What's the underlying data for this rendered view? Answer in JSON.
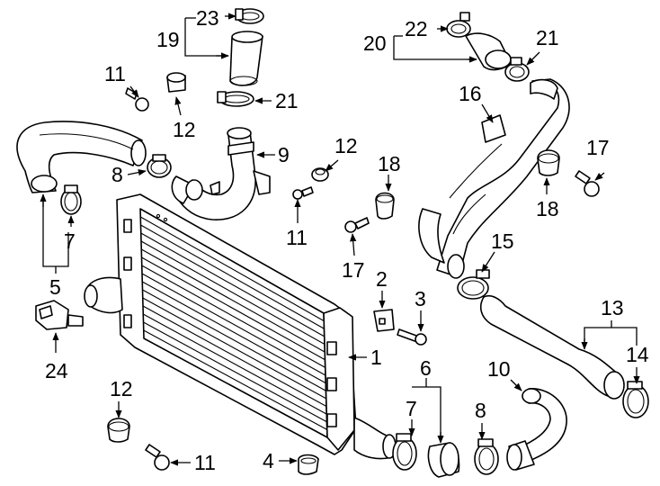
{
  "diagram": {
    "callouts": [
      "1",
      "2",
      "3",
      "4",
      "5",
      "6",
      "7",
      "7",
      "8",
      "8",
      "9",
      "10",
      "11",
      "11",
      "11",
      "12",
      "12",
      "12",
      "13",
      "14",
      "15",
      "16",
      "17",
      "17",
      "18",
      "18",
      "19",
      "20",
      "21",
      "21",
      "22",
      "23",
      "24"
    ]
  }
}
